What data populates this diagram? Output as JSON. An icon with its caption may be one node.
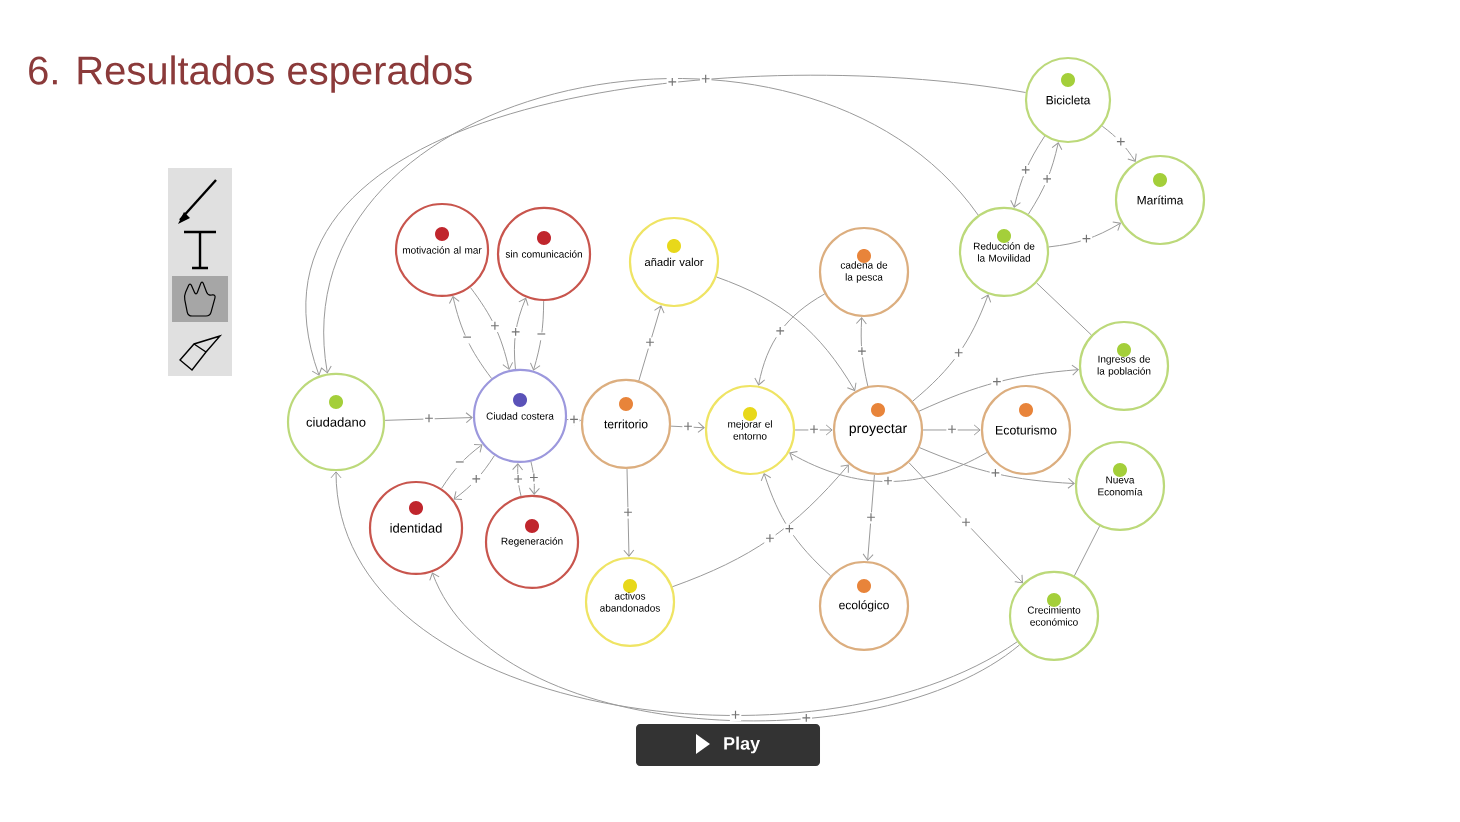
{
  "diagram": {
    "title": "6. Resultados esperados",
    "nodes": [
      {
        "text": [
          "motivación al mar"
        ]
      },
      {
        "text": [
          "sin comunicación"
        ]
      },
      {
        "text": [
          "ciudadano"
        ]
      },
      {
        "text": [
          "Ciudad costera"
        ]
      },
      {
        "text": [
          "identidad"
        ]
      },
      {
        "text": [
          "Regeneración"
        ]
      },
      {
        "text": [
          "añadir valor"
        ]
      },
      {
        "text": [
          "territorio"
        ]
      },
      {
        "text": [
          "activos abandonados"
        ]
      },
      {
        "text": [
          "mejorar el entorno"
        ]
      },
      {
        "text": [
          "cadena de la pesca"
        ]
      },
      {
        "text": [
          "proyectar"
        ]
      },
      {
        "text": [
          "ecológico"
        ]
      },
      {
        "text": [
          "Ecoturismo"
        ]
      },
      {
        "text": [
          "Bicicleta"
        ]
      },
      {
        "text": [
          "Marítima"
        ]
      },
      {
        "text": [
          "Reducción de la Movilidad"
        ]
      },
      {
        "text": [
          "Ingresos de la población"
        ]
      },
      {
        "text": [
          "Nueva Economía"
        ]
      },
      {
        "text": [
          "Crecimiento económico"
        ]
      }
    ],
    "edges": [
      {
        "from": 2,
        "to": 3,
        "arrow": "to",
        "label": "+"
      },
      {
        "from": 3,
        "to": 7,
        "arrow": "to",
        "label": "+"
      },
      {
        "from": 0,
        "to": 3,
        "arrow": "to",
        "label": "+"
      },
      {
        "from": 3,
        "to": 0,
        "arrow": "to",
        "label": "−"
      },
      {
        "from": 1,
        "to": 3,
        "arrow": "to",
        "label": "−"
      },
      {
        "from": 3,
        "to": 1,
        "arrow": "to",
        "label": "+"
      },
      {
        "from": 3,
        "to": 4,
        "arrow": "to",
        "label": "+"
      },
      {
        "from": 4,
        "to": 3,
        "arrow": "to",
        "label": "−"
      },
      {
        "from": 3,
        "to": 5,
        "arrow": "to",
        "label": "+"
      },
      {
        "from": 5,
        "to": 3,
        "arrow": "to",
        "label": "+"
      },
      {
        "from": 7,
        "to": 6,
        "arrow": "to",
        "label": "+"
      },
      {
        "from": 7,
        "to": 9,
        "arrow": "to",
        "label": "+"
      },
      {
        "from": 7,
        "to": 8,
        "arrow": "to",
        "label": "+"
      },
      {
        "from": 6,
        "to": 11,
        "arrow": "to"
      },
      {
        "from": 10,
        "to": 9,
        "arrow": "to",
        "label": "+"
      },
      {
        "from": 9,
        "to": 11,
        "arrow": "to",
        "label": "+"
      },
      {
        "from": 11,
        "to": 10,
        "arrow": "to",
        "label": "+"
      },
      {
        "from": 11,
        "to": 13,
        "arrow": "to",
        "label": "+"
      },
      {
        "from": 11,
        "to": 12,
        "arrow": "to",
        "label": "+"
      },
      {
        "from": 12,
        "to": 9,
        "arrow": "to",
        "label": "+"
      },
      {
        "from": 8,
        "to": 11,
        "arrow": "to",
        "label": "+"
      },
      {
        "from": 11,
        "to": 16,
        "arrow": "to",
        "label": "+"
      },
      {
        "from": 11,
        "to": 17,
        "arrow": "to",
        "label": "+"
      },
      {
        "from": 11,
        "to": 18,
        "arrow": "to",
        "label": "+"
      },
      {
        "from": 11,
        "to": 19,
        "arrow": "to",
        "label": "+"
      },
      {
        "from": 13,
        "to": 9,
        "arrow": "to",
        "label": "+"
      },
      {
        "from": 16,
        "to": 15,
        "arrow": "to",
        "label": "+"
      },
      {
        "from": 14,
        "to": 16,
        "arrow": "to",
        "label": "+"
      },
      {
        "from": 16,
        "to": 14,
        "arrow": "to",
        "label": "+"
      },
      {
        "from": 14,
        "to": 15,
        "arrow": "to",
        "label": "+"
      },
      {
        "from": 16,
        "to": 17,
        "arrow": "none"
      },
      {
        "from": 18,
        "to": 19,
        "arrow": "none"
      },
      {
        "from": 16,
        "to": 2,
        "arrow": "to",
        "label": "+"
      },
      {
        "from": 14,
        "to": 2,
        "arrow": "to",
        "label": "+"
      },
      {
        "from": 19,
        "to": 2,
        "arrow": "to",
        "label": "+"
      },
      {
        "from": 19,
        "to": 4,
        "arrow": "to",
        "label": "+"
      }
    ],
    "labels": [
      "Play"
    ]
  }
}
